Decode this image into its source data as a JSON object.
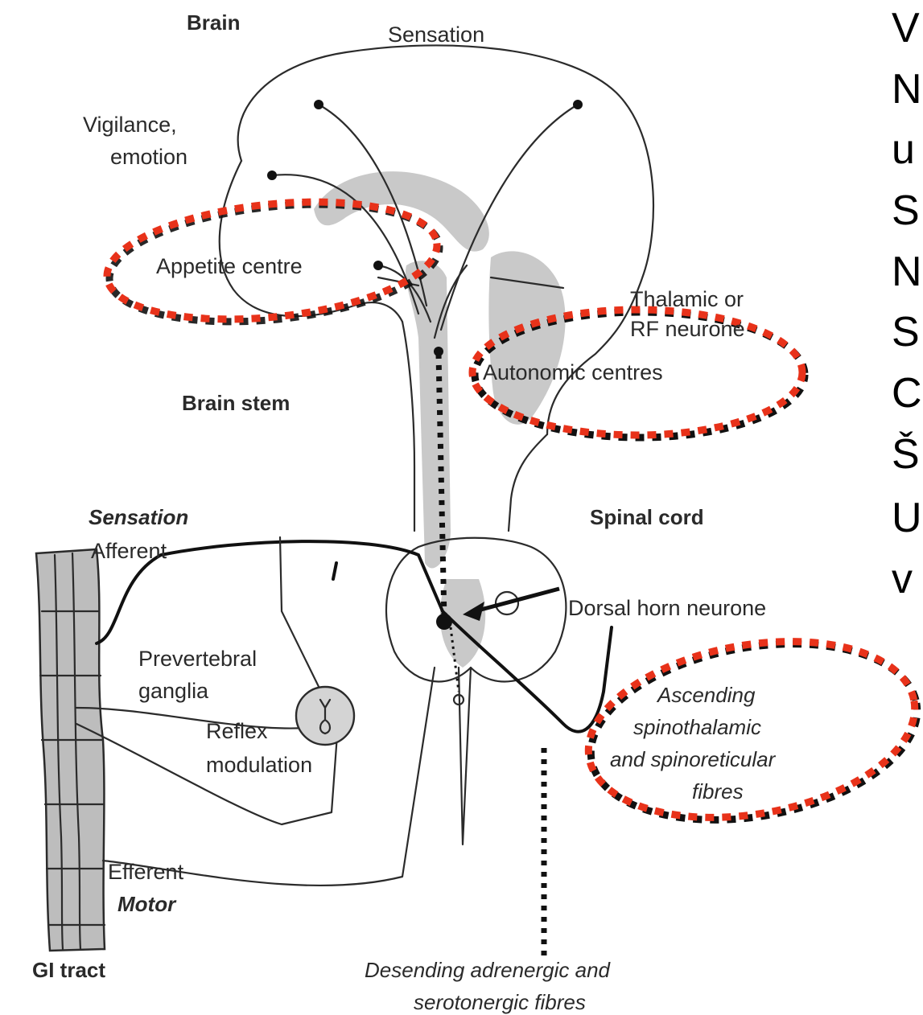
{
  "labels": {
    "brain": "Brain",
    "sensation_top": "Sensation",
    "vigilance_1": "Vigilance,",
    "vigilance_2": "emotion",
    "appetite_centre": "Appetite centre",
    "thalamic_1": "Thalamic or",
    "thalamic_2": "RF neurone",
    "autonomic_centres": "Autonomic centres",
    "brain_stem": "Brain stem",
    "spinal_cord": "Spinal cord",
    "sensation_left": "Sensation",
    "afferent": "Afferent",
    "dorsal_horn_neurone": "Dorsal horn neurone",
    "prevertebral_1": "Prevertebral",
    "prevertebral_2": "ganglia",
    "reflex_1": "Reflex",
    "reflex_2": "modulation",
    "ascending_1": "Ascending",
    "ascending_2": "spinothalamic",
    "ascending_3": "and spinoreticular",
    "ascending_4": "fibres",
    "efferent": "Efferent",
    "motor": "Motor",
    "gi_tract": "GI tract",
    "descending_1": "Desending adrenergic and",
    "descending_2": "serotonergic fibres"
  },
  "side_text": [
    "V",
    "N",
    "u",
    "S",
    "N",
    "S",
    "C",
    "Š",
    "U",
    "v"
  ],
  "colors": {
    "highlight": "#e8321a",
    "grey_region": "#c9c9c9"
  }
}
